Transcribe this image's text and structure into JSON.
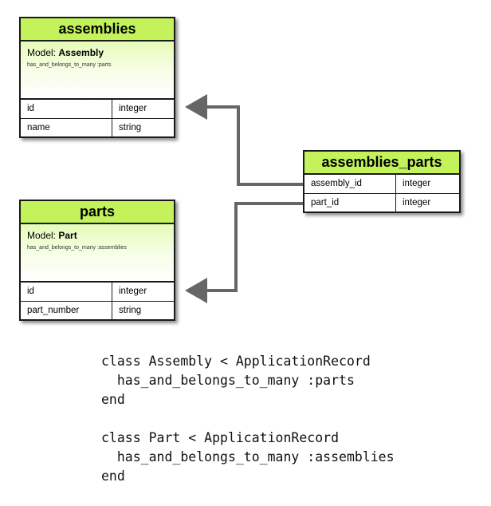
{
  "tables": {
    "assemblies": {
      "title": "assemblies",
      "model_prefix": "Model: ",
      "model_name": "Assembly",
      "association": "has_and_belongs_to_many :parts",
      "columns": [
        {
          "name": "id",
          "type": "integer"
        },
        {
          "name": "name",
          "type": "string"
        }
      ]
    },
    "parts": {
      "title": "parts",
      "model_prefix": "Model: ",
      "model_name": "Part",
      "association": "has_and_belongs_to_many :assemblies",
      "columns": [
        {
          "name": "id",
          "type": "integer"
        },
        {
          "name": "part_number",
          "type": "string"
        }
      ]
    },
    "assemblies_parts": {
      "title": "assemblies_parts",
      "columns": [
        {
          "name": "assembly_id",
          "type": "integer"
        },
        {
          "name": "part_id",
          "type": "integer"
        }
      ]
    }
  },
  "colors": {
    "header_green": "#c3f25a",
    "arrow": "#666666",
    "border": "#1a1a1a"
  },
  "code": {
    "lines": [
      "class Assembly < ApplicationRecord",
      "  has_and_belongs_to_many :parts",
      "end",
      "",
      "class Part < ApplicationRecord",
      "  has_and_belongs_to_many :assemblies",
      "end"
    ]
  }
}
